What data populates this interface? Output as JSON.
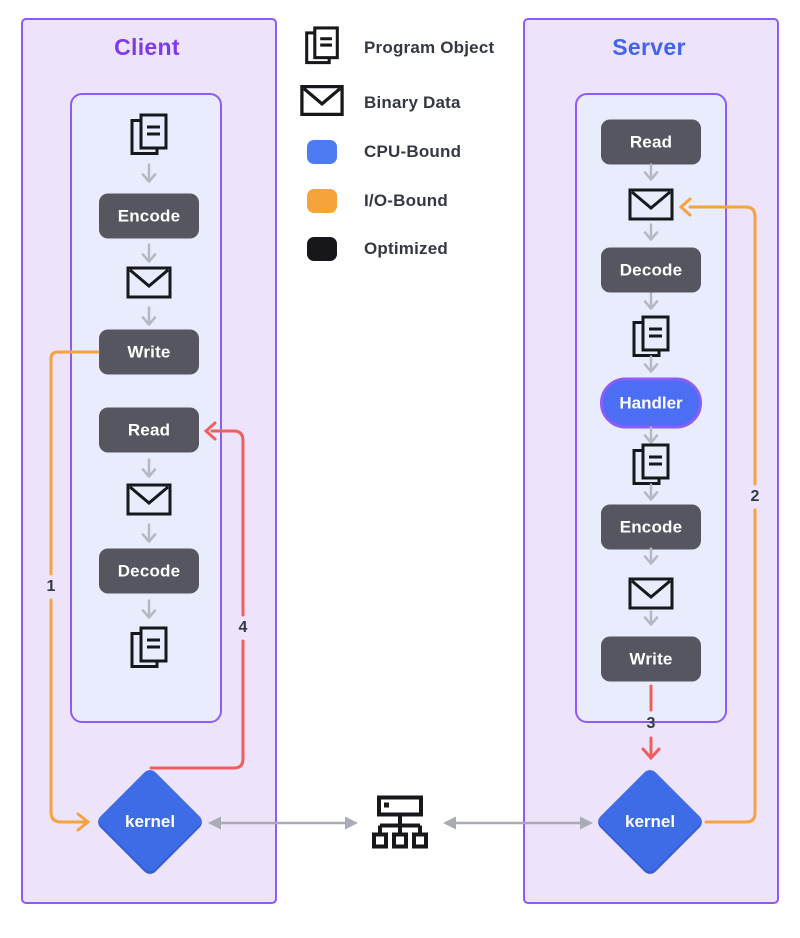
{
  "colors": {
    "purple_border": "#8b5cf6",
    "client_title": "#7c3aed",
    "server_title": "#4263eb",
    "outer_panel_fill": "#ede3fa",
    "inner_panel_fill": "#e8ecfc",
    "process_box": "#55565f",
    "kernel_blue": "#3e6be6",
    "handler_fill": "#4c6ef5",
    "io_orange": "#f6a23f",
    "cpu_red": "#f15e5e",
    "flow_arrow_gray": "#b5b8c1",
    "connector_gray": "#a9acb4",
    "icon_black": "#17181c",
    "label_dark": "#343842"
  },
  "client": {
    "title": "Client",
    "steps": [
      {
        "type": "program-object-icon"
      },
      {
        "type": "box",
        "label": "Encode"
      },
      {
        "type": "binary-data-icon"
      },
      {
        "type": "box",
        "label": "Write"
      },
      {
        "type": "box",
        "label": "Read"
      },
      {
        "type": "binary-data-icon"
      },
      {
        "type": "box",
        "label": "Decode"
      },
      {
        "type": "program-object-icon"
      }
    ],
    "kernel_label": "kernel"
  },
  "server": {
    "title": "Server",
    "steps": [
      {
        "type": "box",
        "label": "Read"
      },
      {
        "type": "binary-data-icon"
      },
      {
        "type": "box",
        "label": "Decode"
      },
      {
        "type": "program-object-icon"
      },
      {
        "type": "pill",
        "label": "Handler"
      },
      {
        "type": "program-object-icon"
      },
      {
        "type": "box",
        "label": "Encode"
      },
      {
        "type": "binary-data-icon"
      },
      {
        "type": "box",
        "label": "Write"
      }
    ],
    "kernel_label": "kernel"
  },
  "legend": {
    "items": [
      {
        "label": "Program Object",
        "icon": "program-object"
      },
      {
        "label": "Binary Data",
        "icon": "binary-data"
      },
      {
        "label": "CPU-Bound",
        "swatch": "#4c7bf4"
      },
      {
        "label": "I/O-Bound",
        "swatch": "#f6a33c"
      },
      {
        "label": "Optimized",
        "swatch": "#17171b"
      }
    ]
  },
  "flow_labels": {
    "client_write_to_kernel": "1",
    "server_kernel_to_data": "2",
    "server_write_to_kernel": "3",
    "client_kernel_to_read": "4"
  }
}
